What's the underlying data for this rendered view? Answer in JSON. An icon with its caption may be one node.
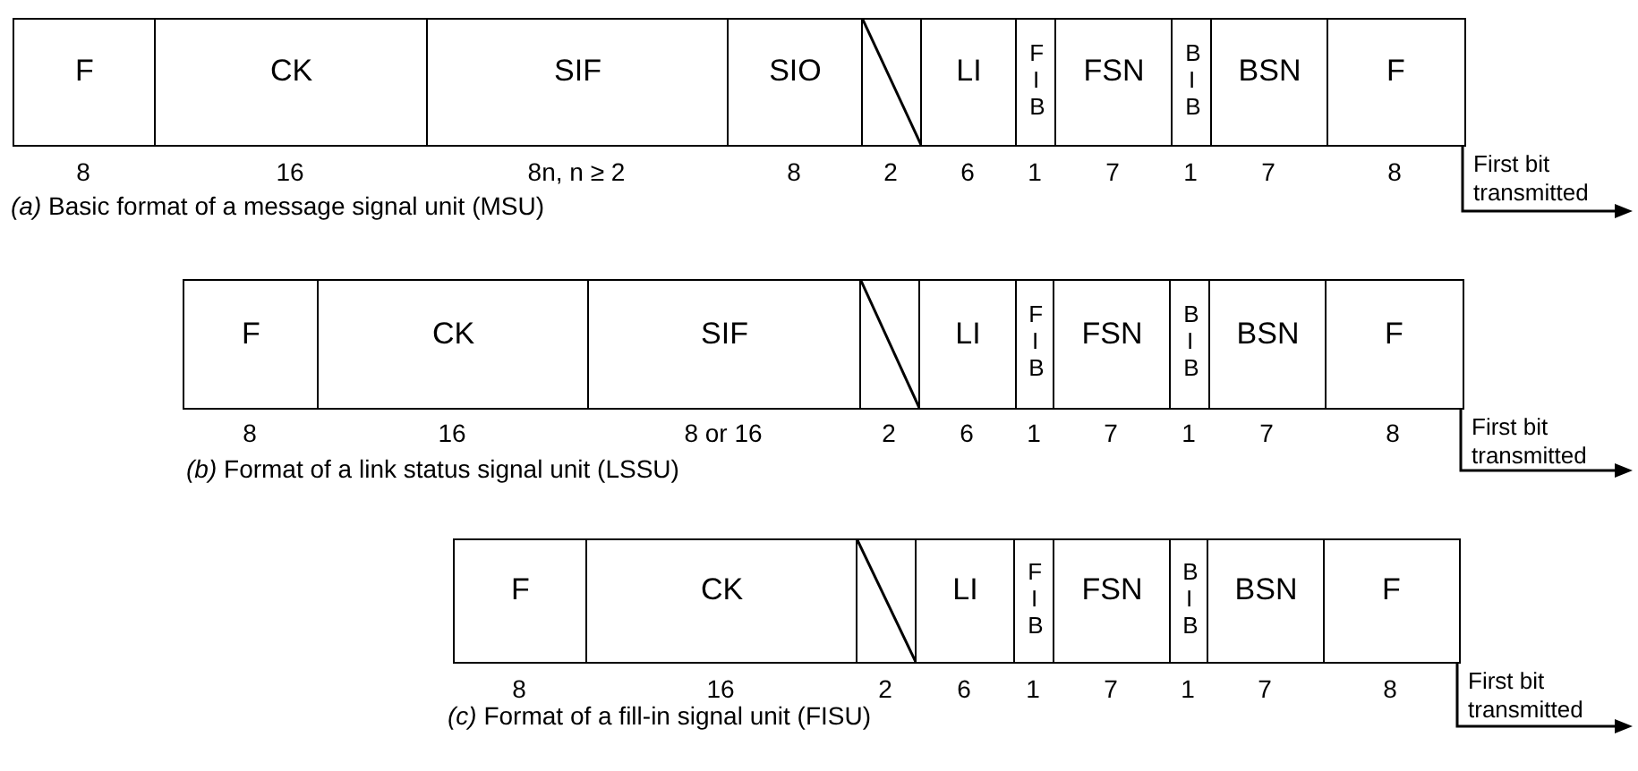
{
  "diagram": {
    "nodes": [
      {
        "text": [
          "F"
        ],
        "beside": [
          "8"
        ]
      },
      {
        "text": [
          "CK"
        ],
        "beside": [
          "16"
        ]
      },
      {
        "text": [
          "SIF"
        ],
        "beside": [
          "8n, n ≥ 2"
        ]
      },
      {
        "text": [
          "SIO"
        ],
        "beside": [
          "8"
        ]
      },
      {
        "text": [],
        "shape": "box",
        "beside": [
          "2"
        ]
      },
      {
        "text": [
          "LI"
        ],
        "beside": [
          "6"
        ]
      },
      {
        "text": [
          "F I B"
        ],
        "beside": [
          "1"
        ]
      },
      {
        "text": [
          "FSN"
        ],
        "beside": [
          "7"
        ]
      },
      {
        "text": [
          "B I B"
        ],
        "beside": [
          "1"
        ]
      },
      {
        "text": [
          "BSN"
        ],
        "beside": [
          "7"
        ]
      },
      {
        "text": [
          "F"
        ],
        "beside": [
          "8"
        ]
      },
      {
        "text": [
          "F"
        ],
        "beside": [
          "8"
        ]
      },
      {
        "text": [
          "CK"
        ],
        "beside": [
          "16"
        ]
      },
      {
        "text": [
          "SIF"
        ],
        "beside": [
          "8 or 16"
        ]
      },
      {
        "text": [],
        "shape": "box",
        "beside": [
          "2"
        ]
      },
      {
        "text": [
          "LI"
        ],
        "beside": [
          "6"
        ]
      },
      {
        "text": [
          "F I B"
        ],
        "beside": [
          "1"
        ]
      },
      {
        "text": [
          "FSN"
        ],
        "beside": [
          "7"
        ]
      },
      {
        "text": [
          "B I B"
        ],
        "beside": [
          "1"
        ]
      },
      {
        "text": [
          "BSN"
        ],
        "beside": [
          "7"
        ]
      },
      {
        "text": [
          "F"
        ],
        "beside": [
          "8"
        ]
      },
      {
        "text": [
          "F"
        ],
        "beside": [
          "8"
        ]
      },
      {
        "text": [
          "CK"
        ],
        "beside": [
          "16"
        ]
      },
      {
        "text": [],
        "shape": "box",
        "beside": [
          "2"
        ]
      },
      {
        "text": [
          "LI"
        ],
        "beside": [
          "6"
        ]
      },
      {
        "text": [
          "F I B"
        ],
        "beside": [
          "1"
        ]
      },
      {
        "text": [
          "FSN"
        ],
        "beside": [
          "7"
        ]
      },
      {
        "text": [
          "B I B"
        ],
        "beside": [
          "1"
        ]
      },
      {
        "text": [
          "BSN"
        ],
        "beside": [
          "7"
        ]
      },
      {
        "text": [
          "F"
        ],
        "beside": [
          "8"
        ]
      }
    ],
    "labels": [
      "First bit transmitted",
      "*(a)* Basic format of a message signal unit (MSU)",
      "First bit transmitted",
      "*(b)* Format of a link status signal unit (LSSU)",
      "First bit transmitted",
      "*(c)* Format of a fill-in signal unit (FISU)"
    ]
  }
}
